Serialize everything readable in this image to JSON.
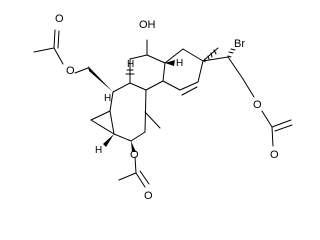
{
  "molecule": {
    "atom_labels": {
      "hydroxyl": "OH",
      "bromine": "Br",
      "ester_oxygen_left": "O",
      "carbonyl_oxygen_left": "O",
      "ester_oxygen_right": "O",
      "carbonyl_oxygen_right": "O",
      "ester_oxygen_bottom": "O",
      "carbonyl_oxygen_bottom": "O"
    },
    "stereo_labels": {
      "h_upper": "H",
      "h_junction": "H",
      "h_left_ring": "H",
      "h_cyclopropane": "H"
    }
  }
}
